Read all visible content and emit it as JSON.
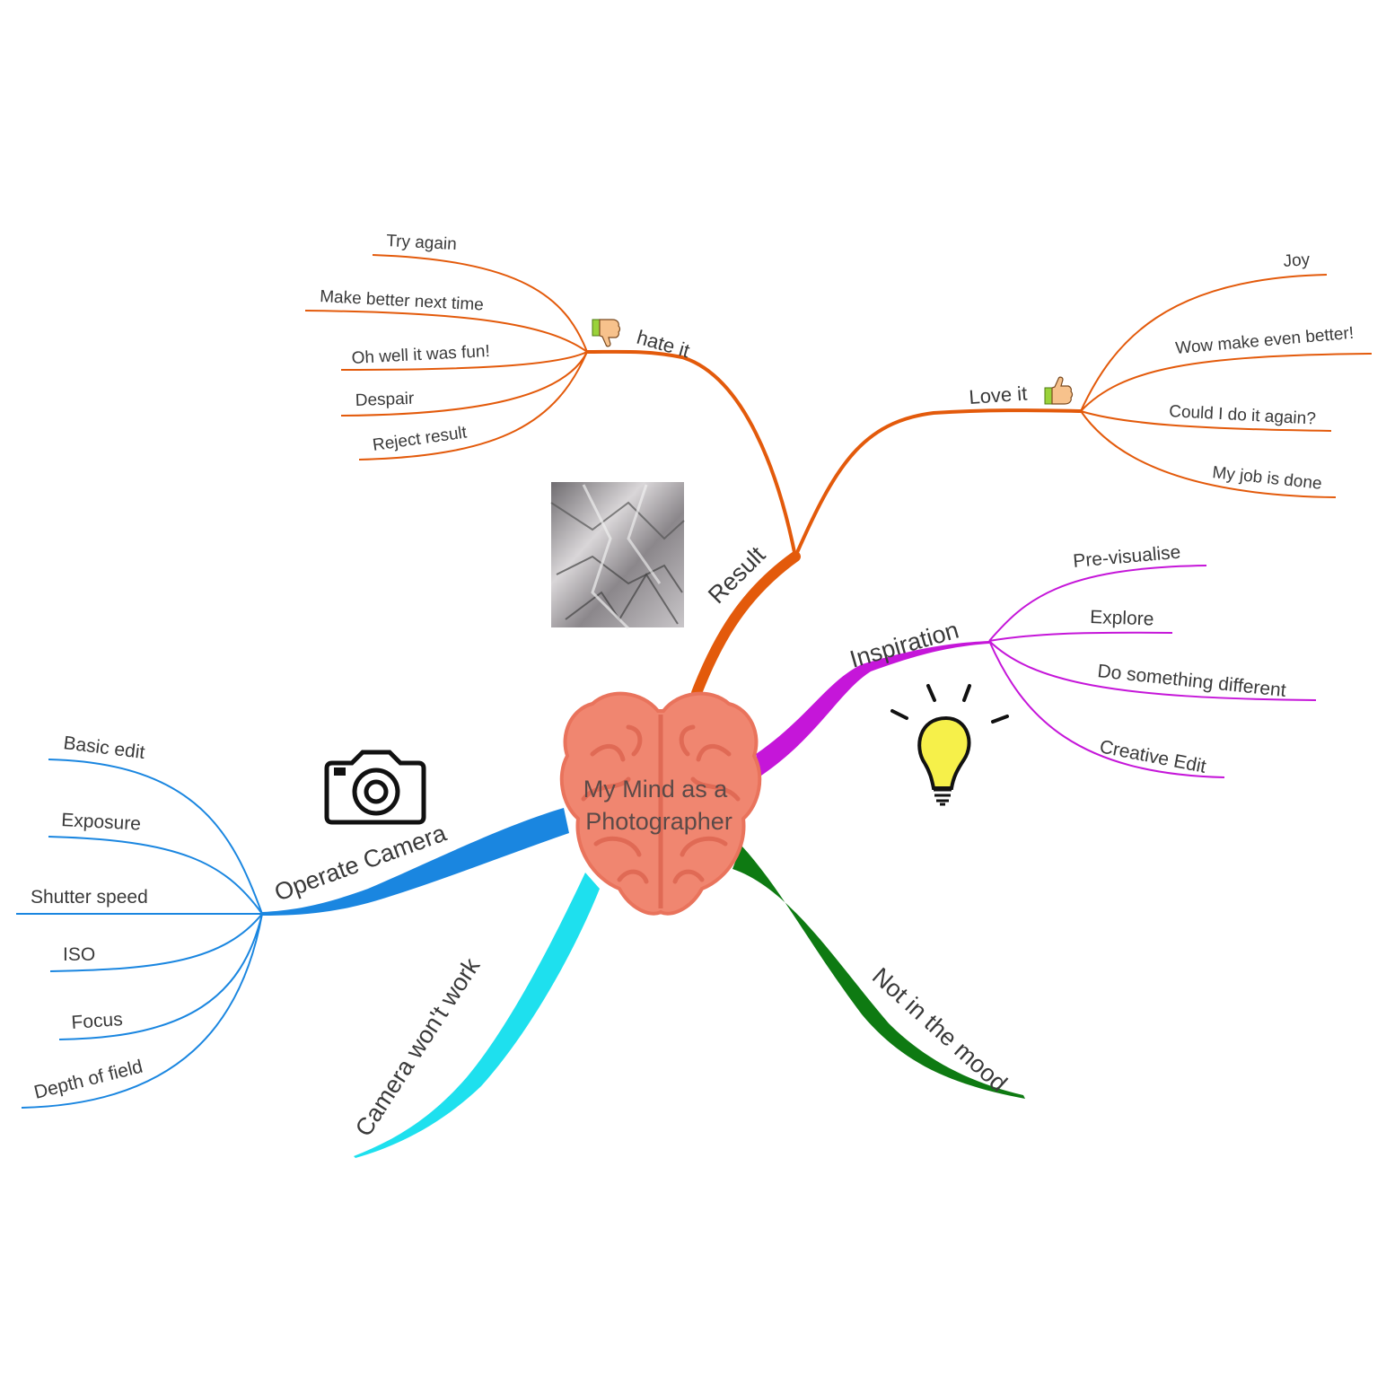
{
  "central_topic": {
    "line1": "My Mind as a",
    "line2": "Photographer"
  },
  "colors": {
    "result": "#e35a0b",
    "inspiration": "#c516d9",
    "operate_camera": "#1a86e0",
    "camera_wont_work": "#1ee0ee",
    "not_in_mood": "#0e7a12",
    "brain_fill": "#f08670",
    "brain_stroke": "#e06a55",
    "bulb": "#f6f04a"
  },
  "branches": {
    "result": {
      "label": "Result",
      "icon": "crumpled-photo-image",
      "hate_it": {
        "label": "hate it",
        "icon": "thumbs-down-icon",
        "items": [
          "Try again",
          "Make better next time",
          "Oh well it was fun!",
          "Despair",
          "Reject result"
        ]
      },
      "love_it": {
        "label": "Love it",
        "icon": "thumbs-up-icon",
        "items": [
          "Joy",
          "Wow make even better!",
          "Could I do it again?",
          "My job is done"
        ]
      }
    },
    "inspiration": {
      "label": "Inspiration",
      "icon": "light-bulb-icon",
      "items": [
        "Pre-visualise",
        "Explore",
        "Do something different",
        "Creative Edit"
      ]
    },
    "operate_camera": {
      "label": "Operate Camera",
      "icon": "camera-icon",
      "items": [
        "Basic edit",
        "Exposure",
        "Shutter speed",
        "ISO",
        "Focus",
        "Depth of field"
      ]
    },
    "camera_wont_work": {
      "label": "Camera won't work"
    },
    "not_in_mood": {
      "label": "Not in the mood"
    }
  }
}
